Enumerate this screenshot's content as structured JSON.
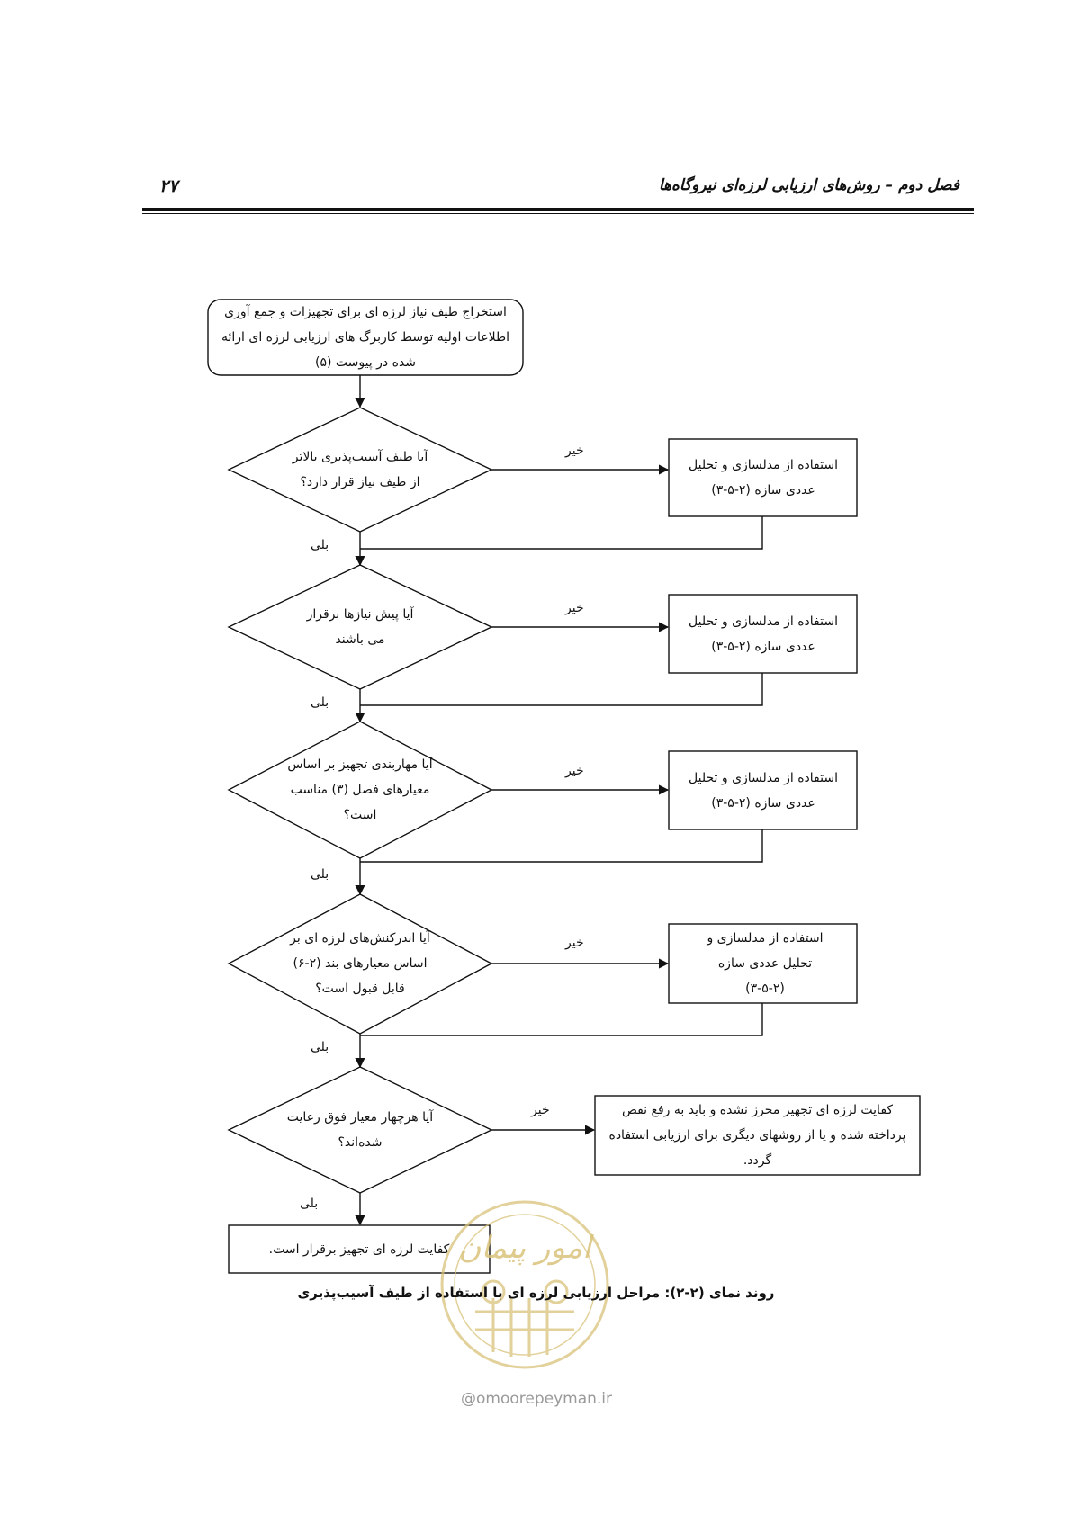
{
  "header": {
    "title": "فصل دوم – روش‌های ارزیابی لرزه‌ای نیروگاه‌ها",
    "page_number": "۲۷"
  },
  "flow": {
    "start": "استخراج طیف نیاز لرزه ای برای تجهیزات و جمع آوری اطلاعات اولیه توسط کاربرگ های ارزیابی لرزه ای ارائه شده در پیوست (۵)",
    "decision1": "آیا طیف آسیب‌پذیری بالاتر از طیف نیاز قرار دارد؟",
    "decision2": "آیا پیش نیازها برقرار می باشند",
    "decision3": "آیا مهاربندی تجهیز بر اساس معیارهای فصل (۳) مناسب است؟",
    "decision4": "آیا اندرکنش‌های لرزه ای بر اساس معیارهای بند (۲-۶) قابل قبول است؟",
    "decision5": "آیا هرچهار معیار فوق رعایت شده‌اند؟",
    "process1": "استفاده از مدلسازی و تحلیل عددی سازه (۲-۵-۳)",
    "process2": "استفاده از مدلسازی و تحلیل عددی سازه (۲-۵-۳)",
    "process3": "استفاده از مدلسازی و تحلیل عددی سازه (۲-۵-۳)",
    "process4": "استفاده از مدلسازی و تحلیل عددی سازه (۲-۵-۳)",
    "fail_box": "کفایت لرزه ای تجهیز محرز نشده و باید به رفع نقص پرداخته شده و یا از روشهای دیگری برای ارزیابی استفاده گردد.",
    "end_box": "کفایت لرزه ای تجهیز برقرار است.",
    "no_label": "خیر",
    "yes_label": "بلی"
  },
  "caption": {
    "label": "روند نمای (۲-۲):",
    "text": "مراحل ارزیابی لرزه ای با استفاده از طیف آسیب‌پذیری"
  },
  "watermark": {
    "logo_text": "امور پیمان",
    "url": "@omoorepeyman.ir"
  },
  "colors": {
    "ink": "#111111",
    "watermark": "#d9c27a"
  }
}
